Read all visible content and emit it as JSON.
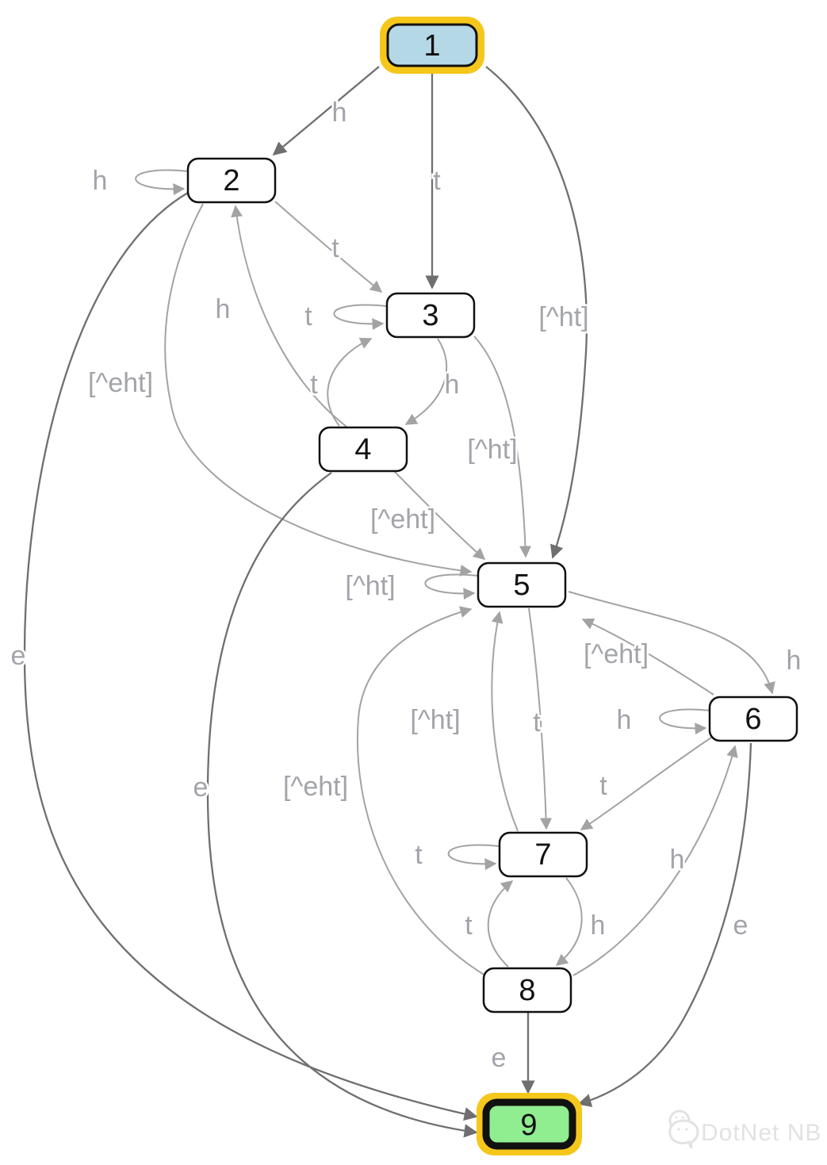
{
  "diagram": {
    "kind": "state-machine",
    "colors": {
      "start_node_fill": "#b5d8e6",
      "accept_node_fill": "#90ee90",
      "node_fill": "#ffffff",
      "node_border": "#111111",
      "highlight_ring": "#f5c71b",
      "edge_light": "#a3a3a3",
      "edge_dark": "#6f6f6f",
      "label_color": "#a2a4aa"
    },
    "nodes": [
      {
        "id": "1",
        "label": "1",
        "role": "start"
      },
      {
        "id": "2",
        "label": "2",
        "role": "normal"
      },
      {
        "id": "3",
        "label": "3",
        "role": "normal"
      },
      {
        "id": "4",
        "label": "4",
        "role": "normal"
      },
      {
        "id": "5",
        "label": "5",
        "role": "normal"
      },
      {
        "id": "6",
        "label": "6",
        "role": "normal"
      },
      {
        "id": "7",
        "label": "7",
        "role": "normal"
      },
      {
        "id": "8",
        "label": "8",
        "role": "normal"
      },
      {
        "id": "9",
        "label": "9",
        "role": "accept"
      }
    ],
    "edges": [
      {
        "from": "1",
        "to": "2",
        "label": "h"
      },
      {
        "from": "1",
        "to": "3",
        "label": "t"
      },
      {
        "from": "1",
        "to": "5",
        "label": "[^ht]"
      },
      {
        "from": "2",
        "to": "2",
        "label": "h"
      },
      {
        "from": "2",
        "to": "3",
        "label": "t"
      },
      {
        "from": "2",
        "to": "5",
        "label": "[^eht]"
      },
      {
        "from": "2",
        "to": "9",
        "label": "e"
      },
      {
        "from": "3",
        "to": "3",
        "label": "t"
      },
      {
        "from": "3",
        "to": "4",
        "label": "h"
      },
      {
        "from": "3",
        "to": "5",
        "label": "[^ht]"
      },
      {
        "from": "4",
        "to": "2",
        "label": "h"
      },
      {
        "from": "4",
        "to": "3",
        "label": "t"
      },
      {
        "from": "4",
        "to": "5",
        "label": "[^eht]"
      },
      {
        "from": "4",
        "to": "9",
        "label": "e"
      },
      {
        "from": "5",
        "to": "5",
        "label": "[^ht]"
      },
      {
        "from": "5",
        "to": "6",
        "label": "h"
      },
      {
        "from": "5",
        "to": "7",
        "label": "t"
      },
      {
        "from": "6",
        "to": "6",
        "label": "h"
      },
      {
        "from": "6",
        "to": "5",
        "label": "[^eht]"
      },
      {
        "from": "6",
        "to": "7",
        "label": "t"
      },
      {
        "from": "6",
        "to": "9",
        "label": "e"
      },
      {
        "from": "7",
        "to": "7",
        "label": "t"
      },
      {
        "from": "7",
        "to": "5",
        "label": "[^ht]"
      },
      {
        "from": "7",
        "to": "8",
        "label": "h"
      },
      {
        "from": "8",
        "to": "7",
        "label": "t"
      },
      {
        "from": "8",
        "to": "5",
        "label": "[^eht]"
      },
      {
        "from": "8",
        "to": "6",
        "label": "h"
      },
      {
        "from": "8",
        "to": "9",
        "label": "e"
      }
    ],
    "watermark": {
      "text": "DotNet NB",
      "icon": "wechat-icon"
    }
  }
}
